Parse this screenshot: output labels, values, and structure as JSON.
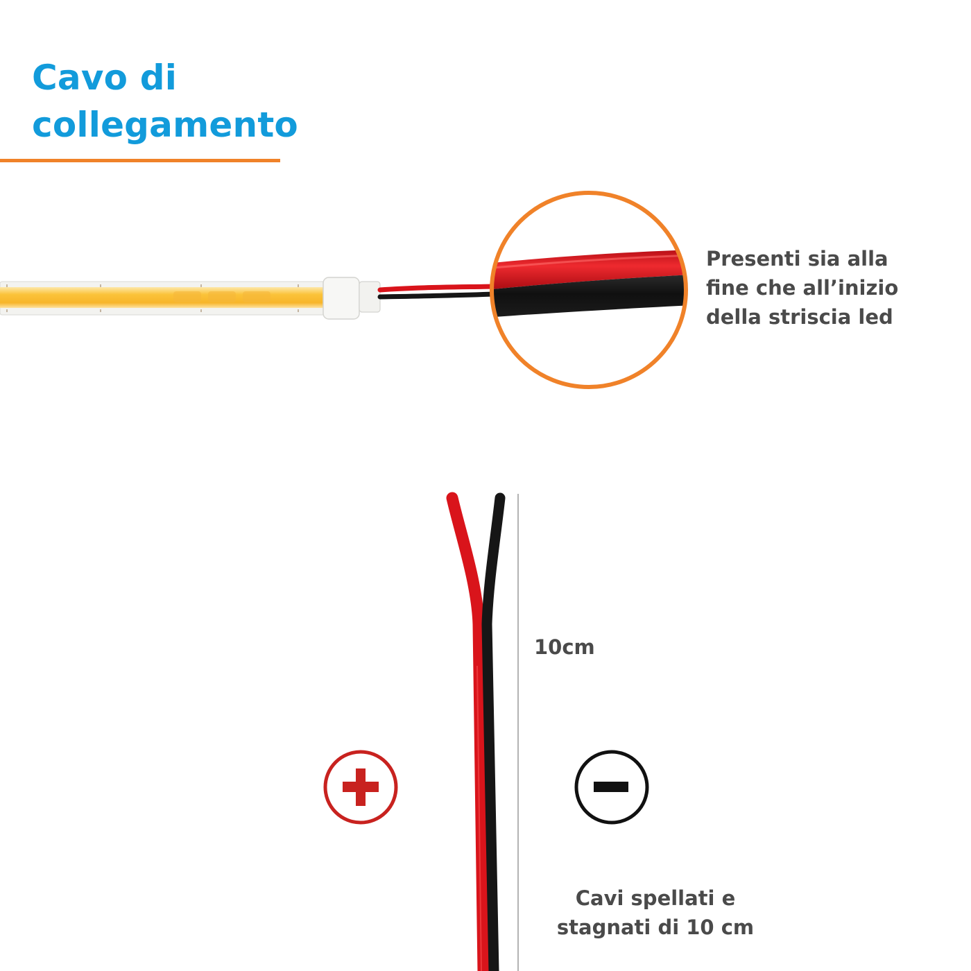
{
  "heading": {
    "line1": "Cavo di",
    "line2": "collegamento"
  },
  "callout": {
    "line1": "Presenti sia alla",
    "line2": "fine che all’inizio",
    "line3": "della striscia led"
  },
  "length_label": "10cm",
  "caption": {
    "line1": "Cavi spellati e",
    "line2": "stagnati di 10 cm"
  },
  "icons": {
    "positive": "plus-circle-icon",
    "negative": "minus-circle-icon"
  },
  "colors": {
    "heading": "#129bdb",
    "accent_orange": "#f08229",
    "text_gray": "#4a4a4a",
    "wire_red": "#d9141b",
    "wire_black": "#161616",
    "positive_red": "#c8221f",
    "negative_black": "#111111",
    "led_yellow": "#fbc33a"
  }
}
